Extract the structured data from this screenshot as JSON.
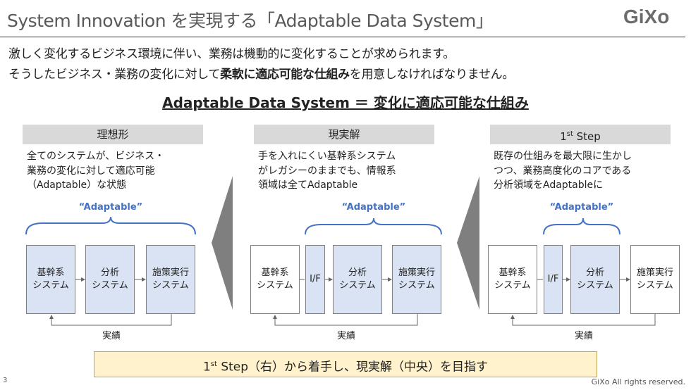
{
  "title": "System Innovation を実現する「Adaptable Data System」",
  "logo": "GiXo",
  "lead": [
    "激しく変化するビジネス環境に伴い、業務は機動的に変化することが求められます。",
    {
      "pre": "そうしたビジネス・業務の変化に対して",
      "bold": "柔軟に適応可能な仕組み",
      "post": "を用意しなければなりません。"
    }
  ],
  "heading": "Adaptable Data System ＝ 変化に適応可能な仕組み",
  "adaptable": "“Adaptable”",
  "feedback": "実績",
  "panels": [
    {
      "header": "理想形",
      "desc": [
        "全てのシステムが、ビジネス・",
        "業務の変化に対して適応可能",
        "（Adaptable）な状態"
      ],
      "boxes": [
        [
          "基幹系",
          "システム"
        ],
        [
          "分析",
          "システム"
        ],
        [
          "施策実行",
          "システム"
        ]
      ]
    },
    {
      "header": "現実解",
      "desc": [
        "手を入れにくい基幹系システム",
        "がレガシーのままでも、情報系",
        "領域は全てAdaptable"
      ],
      "boxes": [
        [
          "基幹系",
          "システム"
        ],
        [
          "I/F"
        ],
        [
          "分析",
          "システム"
        ],
        [
          "施策実行",
          "システム"
        ]
      ]
    },
    {
      "header_main": "1",
      "header_sup": "st",
      "header_rest": " Step",
      "desc": [
        "既存の仕組みを最大限に生かし",
        "つつ、業務高度化のコアである",
        "分析領域をAdaptableに"
      ],
      "boxes": [
        [
          "基幹系",
          "システム"
        ],
        [
          "I/F"
        ],
        [
          "分析",
          "システム"
        ],
        [
          "施策実行",
          "システム"
        ]
      ]
    }
  ],
  "bottom": {
    "pre": "1",
    "sup": "st",
    "post": " Step（右）から着手し、現実解（中央）を目指す"
  },
  "page_number": "3",
  "copyright": "GiXo All rights reserved.",
  "colors": {
    "accent": "#4472c4",
    "box_blue": "#dae3f3",
    "header_gray": "#d9d9d9",
    "bottom_fill": "#fff2cc"
  }
}
